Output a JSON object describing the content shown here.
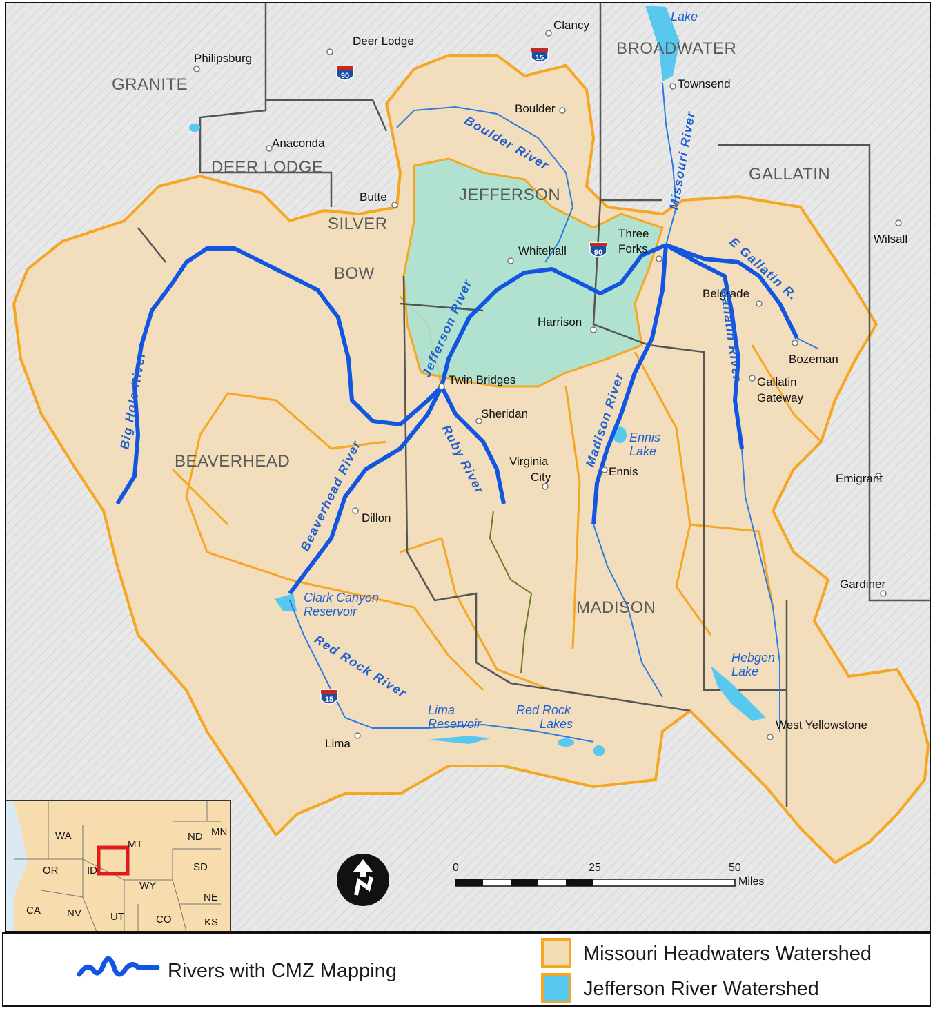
{
  "towns": {
    "clancy": "Clancy",
    "deer_lodge": "Deer Lodge",
    "philipsburg": "Philipsburg",
    "townsend": "Townsend",
    "boulder": "Boulder",
    "anaconda": "Anaconda",
    "butte": "Butte",
    "whitehall": "Whitehall",
    "three_forks": "Three\nForks",
    "wilsall": "Wilsall",
    "belgrade": "Belgrade",
    "harrison": "Harrison",
    "bozeman": "Bozeman",
    "twin_bridges": "Twin Bridges",
    "gallatin_gateway": "Gallatin\nGateway",
    "sheridan": "Sheridan",
    "virginia_city": "Virginia\nCity",
    "ennis": "Ennis",
    "emigrant": "Emigrant",
    "dillon": "Dillon",
    "gardiner": "Gardiner",
    "west_yellowstone": "West Yellowstone",
    "lima": "Lima"
  },
  "counties": {
    "granite": "GRANITE",
    "broadwater": "BROADWATER",
    "deer_lodge": "DEER LODGE",
    "jefferson": "JEFFERSON",
    "gallatin": "GALLATIN",
    "silver": "SILVER",
    "bow": "BOW",
    "beaverhead": "BEAVERHEAD",
    "madison": "MADISON"
  },
  "rivers": {
    "missouri": "Missouri River",
    "boulder": "Boulder River",
    "e_gallatin": "E Gallatin R.",
    "gallatin": "Gallatin River",
    "jefferson": "Jefferson River",
    "big_hole": "Big Hole River",
    "madison": "Madison River",
    "beaverhead": "Beaverhead River",
    "ruby": "Ruby River",
    "red_rock": "Red Rock River"
  },
  "water_bodies": {
    "canyon_ferry": "Lake",
    "ennis_lake": "Ennis\nLake",
    "clark_canyon": "Clark Canyon\nReservoir",
    "hebgen": "Hebgen\nLake",
    "lima_res": "Lima\nReservoir",
    "red_rock_lakes": "Red Rock\nLakes"
  },
  "highways": {
    "i90_a": "90",
    "i15_a": "15",
    "i90_b": "90",
    "i15_b": "15"
  },
  "inset_map": {
    "states": {
      "wa": "WA",
      "mt": "MT",
      "nd": "ND",
      "mn": "MN",
      "or": "OR",
      "id": "ID",
      "sd": "SD",
      "wy": "WY",
      "ne": "NE",
      "ca": "CA",
      "nv": "NV",
      "ut": "UT",
      "co": "CO",
      "ks": "KS"
    }
  },
  "scale_bar": {
    "tick_0": "0",
    "tick_25": "25",
    "tick_50": "50",
    "units": "Miles"
  },
  "legend": {
    "rivers_label": "Rivers with CMZ Mapping",
    "missouri_label": "Missouri Headwaters Watershed",
    "jefferson_label": "Jefferson River Watershed"
  },
  "colors": {
    "watershed_fill": "#f3dcb4",
    "watershed_outline": "#f5a623",
    "jefferson_fill": "#a6e3d4",
    "river_cmz": "#1155e0",
    "river_minor": "#2b7be0",
    "lake": "#59c8ee",
    "terrain": "#e6e6e6",
    "county_line": "#555555"
  }
}
